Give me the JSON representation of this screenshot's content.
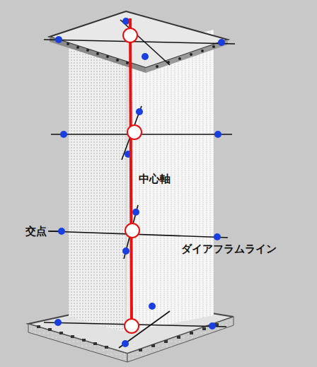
{
  "diagram": {
    "labels": [
      "中心軸",
      "交点",
      "ダイアフラムライン"
    ]
  }
}
